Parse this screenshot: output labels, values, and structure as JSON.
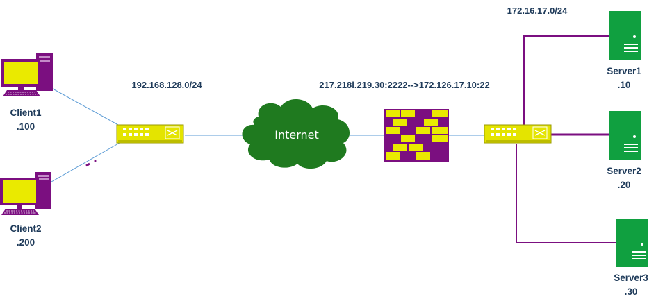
{
  "networks": {
    "left_subnet": "192.168.128.0/24",
    "right_subnet": "172.16.17.0/24",
    "nat_rule": "217.218l.219.30:2222-->172.126.17.10:22"
  },
  "cloud": {
    "label": "Internet"
  },
  "clients": [
    {
      "name": "Client1",
      "host": ".100"
    },
    {
      "name": "Client2",
      "host": ".200"
    }
  ],
  "servers": [
    {
      "name": "Server1",
      "host": ".10"
    },
    {
      "name": "Server2",
      "host": ".20"
    },
    {
      "name": "Server3",
      "host": ".30"
    }
  ],
  "colors": {
    "screen": "#eaea00",
    "device_purple": "#7b0f80",
    "switch_yellow": "#e4e400",
    "cloud_green": "#1f7a1f",
    "server_green": "#10a040",
    "link_blue": "#5b9bd5",
    "label_navy": "#1f3b5a"
  },
  "icons": [
    "computer-icon",
    "switch-icon",
    "cloud-icon",
    "firewall-icon",
    "server-icon"
  ]
}
